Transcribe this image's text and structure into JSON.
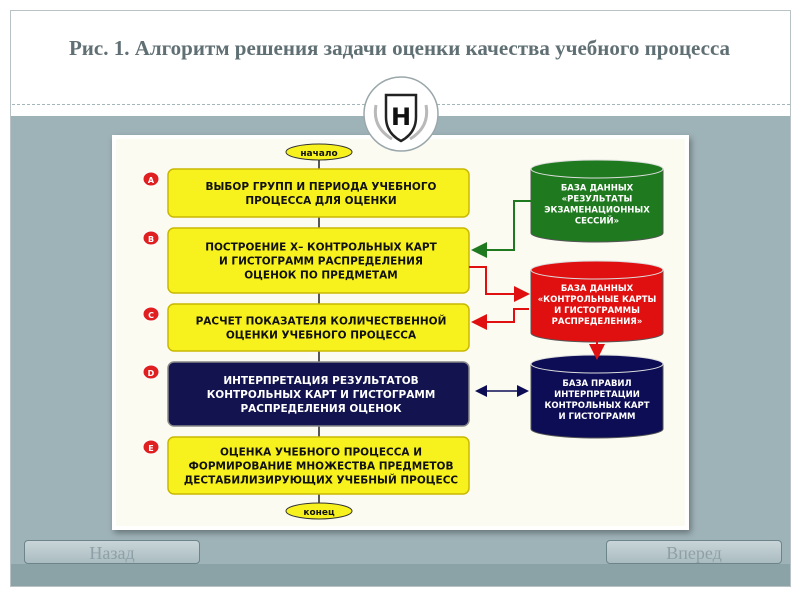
{
  "slide": {
    "title_label": "Рис. 1.",
    "title_text": " Алгоритм решения задачи оценки качества учебного процесса"
  },
  "flowchart": {
    "start": "начало",
    "end": "конец",
    "steps": [
      {
        "letter": "A",
        "lines": [
          "ВЫБОР ГРУПП И ПЕРИОДА УЧЕБНОГО",
          "ПРОЦЕССА ДЛЯ ОЦЕНКИ"
        ]
      },
      {
        "letter": "B",
        "lines": [
          "ПОСТРОЕНИЕ X– КОНТРОЛЬНЫХ КАРТ",
          "И ГИСТОГРАММ РАСПРЕДЕЛЕНИЯ",
          "ОЦЕНОК ПО ПРЕДМЕТАМ"
        ]
      },
      {
        "letter": "C",
        "lines": [
          "РАСЧЕТ ПОКАЗАТЕЛЯ КОЛИЧЕСТВЕННОЙ",
          "ОЦЕНКИ УЧЕБНОГО ПРОЦЕССА"
        ]
      },
      {
        "letter": "D",
        "lines": [
          "ИНТЕРПРЕТАЦИЯ РЕЗУЛЬТАТОВ",
          "КОНТРОЛЬНЫХ КАРТ И ГИСТОГРАММ",
          "РАСПРЕДЕЛЕНИЯ ОЦЕНОК"
        ]
      },
      {
        "letter": "E",
        "lines": [
          "ОЦЕНКА УЧЕБНОГО ПРОЦЕССА И",
          "ФОРМИРОВАНИЕ МНОЖЕСТВА ПРЕДМЕТОВ",
          "ДЕСТАБИЛИЗИРУЮЩИХ УЧЕБНЫЙ ПРОЦЕСС"
        ]
      }
    ],
    "databases": [
      {
        "lines": [
          "БАЗА ДАННЫХ",
          "«РЕЗУЛЬТАТЫ",
          "ЭКЗАМЕНАЦИОННЫХ",
          "СЕССИЙ»"
        ],
        "color": "#1f7a1f"
      },
      {
        "lines": [
          "БАЗА ДАННЫХ",
          "«КОНТРОЛЬНЫЕ КАРТЫ",
          "И ГИСТОГРАММЫ",
          "РАСПРЕДЕЛЕНИЯ»"
        ],
        "color": "#e01010"
      },
      {
        "lines": [
          "БАЗА ПРАВИЛ",
          "ИНТЕРПРЕТАЦИИ",
          "КОНТРОЛЬНЫХ КАРТ",
          "И ГИСТОГРАММ"
        ],
        "color": "#0d0d55"
      }
    ],
    "colors": {
      "step": "#f7f21e",
      "step_dark": "#13134f",
      "badge": "#e02020",
      "arrow_green": "#1f7a1f",
      "arrow_red": "#e01010",
      "arrow_dark": "#0d0d55"
    }
  },
  "logo": {
    "letter": "Н",
    "icon": "crest-icon"
  },
  "nav": {
    "back": "Назад",
    "forward": "Вперед"
  }
}
